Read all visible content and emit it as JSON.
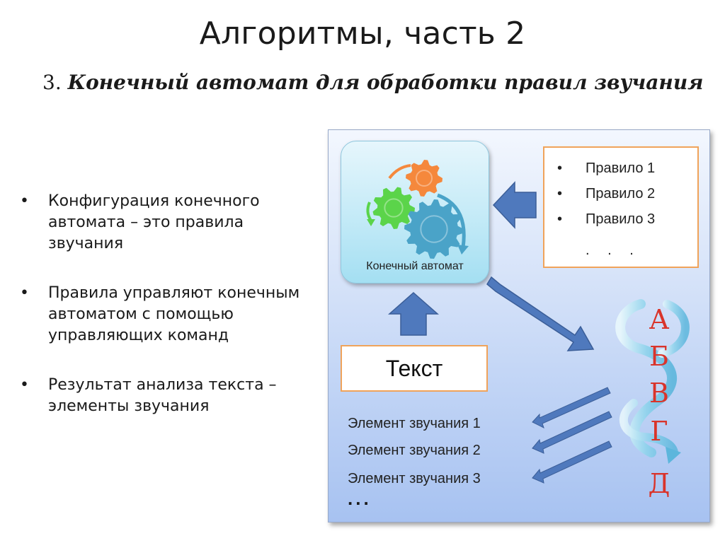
{
  "title": "Алгоритмы, часть 2",
  "subtitle": {
    "number": "3.",
    "text": "Конечный автомат для обработки правил звучания"
  },
  "bullets": [
    "Конфигурация конечного автомата – это правила звучания",
    "Правила управляют конечным автоматом с помощью управляющих команд",
    "Результат анализа текста – элементы звучания"
  ],
  "bullet_symbol": "•",
  "fsm": {
    "label": "Конечный автомат",
    "icon": "gears-icon"
  },
  "rules": {
    "items": [
      "Правило 1",
      "Правило 2",
      "Правило 3"
    ],
    "ellipsis": ". . ."
  },
  "text_box": "Текст",
  "elements": {
    "items": [
      "Элемент звучания 1",
      "Элемент звучания 2",
      "Элемент звучания 3"
    ],
    "ellipsis": "..."
  },
  "letters": [
    "А",
    "Б",
    "В",
    "Г",
    "Д"
  ],
  "colors": {
    "arrow": "#4f79bd",
    "box_border": "#f0a35a",
    "letters": "#d9342b",
    "gear_orange": "#f5883c",
    "gear_green": "#5bd44a",
    "gear_blue": "#4aa3c8"
  }
}
